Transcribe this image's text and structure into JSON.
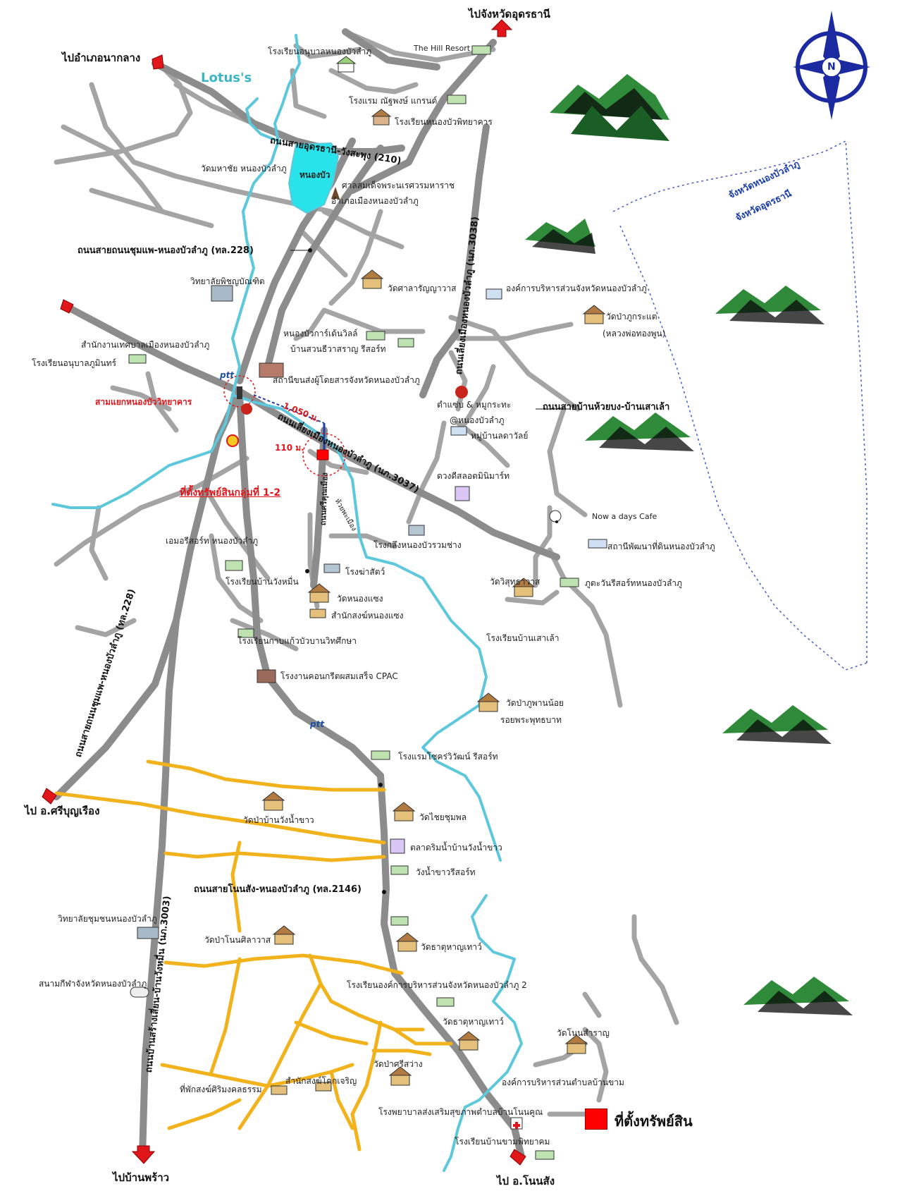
{
  "destinations": {
    "north": "ไปจังหวัดอุดรธานี",
    "northwest": "ไปอำเภอนากลาง",
    "southwest": "ไป อ.ศรีบุญเรือง",
    "south": "ไปบ้านพร้าว",
    "southeast": "ไป อ.โนนสัง"
  },
  "roads": {
    "r210": "ถนนสายอุดรธานี-วังสะพุง (210)",
    "r228": "ถนนสายถนนชุมแพ-หนองบัวลำภู (ทล.228)",
    "r3038": "ถนนเลี่ยงเมืองหนองบัวลำภู (นภ.3038)",
    "r3037": "ถนนเลี่ยงเมืองหนองบัวลำภู (นภ.3037)",
    "r228v": "ถนนสายถนนชุมแพ-หนองบัวลำภู (ทล.228)",
    "r2146": "ถนนสายโนนสัง-หนองบัวลำภู (ทล.2146)",
    "r3003": "ถนนบ้านสร้างเสี่ยน-บ้านวังหมื่น (นภ.3003)",
    "huaibong": "ถนนสายบ้านห้วยบง-บ้านเสาเล้า",
    "sikhunmuang": "ถนนศรีคุณเมือง",
    "huaiphamuang": "ห้วยพะเมือง"
  },
  "labels": {
    "lotus": "Lotus's",
    "nongbua": "หนองบัว",
    "hill_resort": "The Hill Resort",
    "kinder": "โรงเรียนอนุบาลหนองบัวลำภู",
    "hotel": "โรงแรม ณัฐพงษ์ แกรนด์",
    "school_wittayakarn": "โรงเรียนหนองบัวพิทยาคาร",
    "wat_mahachai": "วัดมหาชัย หนองบัวลำภู",
    "shrine1": "ศาลสมเด็จพระนเรศวรมหาราช",
    "shrine2": "อำเภอเมืองหนองบัวลำภู",
    "college_pichayabundit": "วิทยาลัยพิชญบัณฑิต",
    "wat_salarunyawat": "วัดศาลารัญญาวาส",
    "pao": "องค์การบริหารส่วนจังหวัดหนองบัวลำภู",
    "wat_phukradae": "วัดป่าภูกระแต",
    "wat_phukradae2": "(หลวงพ่อทองพูน)",
    "municipal": "สำนักงานเทศบาลเมืองหนองบัวลำภู",
    "school_kinder2": "โรงเรียนอนุบาลภูมินทร์",
    "garden_villa": "หนองบัวการ์เด้นวิลล์",
    "suan_resort": "บ้านสวนธีวาสราญ รีสอร์ท",
    "bus": "สถานีขนส่งผู้โดยสารจังหวัดหนองบัวลำภู",
    "junction": "สามแยกหนองบัววิทยาคาร",
    "dist1050": "1,050 ม.",
    "dist110": "110 ม.",
    "tamsab1": "ตำแซ่บ & หมูกระทะ",
    "tamsab2": "@หนองบัวลำภู",
    "village": "หมู่บ้านลดาวัลย์",
    "minimart": "ดวงดีสลอตมินิมาร์ท",
    "asset_group": "ที่ตั้งทรัพย์สินกลุ่มที่ 1-2",
    "cafe": "Now a days Cafe",
    "land_station": "สถานีพัฒนาที่ดินหนองบัวลำภู",
    "emerald": "เอมอรีสอร์ท หนองบัวลำภู",
    "rice_mill": "โรงกลึงหนองบัวรวมช่าง",
    "school_wangmuen": "โรงเรียนบ้านวังหมื่น",
    "slaughter": "โรงฆ่าสัตว์",
    "wat_nongsaeng": "วัดหนองแซง",
    "monk_nongsaeng": "สำนักสงฆ์หนองแซง",
    "wat_visuttharam": "วัดวิสุทธาวาส",
    "phuta_resort": "ภูตะวันรีสอร์ทหนองบัวลำภู",
    "school_saolao": "โรงเรียนบ้านเสาเล้า",
    "school_kapkaew": "โรงเรียนกาบแก้วบัวบานวิทศึกษา",
    "cpac": "โรงงานคอนกรีตผสมเสร็จ CPAC",
    "wat_phuphannoi": "วัดป่าภูพานน้อย",
    "wat_phuphannoi2": "รอยพระพุทธบาท",
    "chokwiwat": "โรงแรมโชคร่วิวัฒน์ รีสอร์ท",
    "wat_wangnamkhao": "วัดป่าบ้านวังน้ำขาว",
    "wat_chaichumphon": "วัดไชยชุมพล",
    "market": "ตลาดริมน้ำบ้านวังน้ำขาว",
    "wangnam_resort": "วังน้ำขาวรีสอร์ท",
    "community_college": "วิทยาลัยชุมชนหนองบัวลำภู",
    "wat_nonsilawas": "วัดป่าโนนศิลาวาส",
    "wat_thatu1": "วัดธาตุหาญเทาว์",
    "stadium": "สนามกีฬาจังหวัดหนองบัวลำภู",
    "school_pao2": "โรงเรียนองค์การบริหารส่วนจังหวัดหนองบัวลำภู 2",
    "wat_thatu2": "วัดธาตุหาญเทาว์",
    "wat_nonsamran": "วัดโนนสำราญ",
    "wat_sisawang": "วัดป่าศรีสว่าง",
    "tao_banxam": "องค์การบริหารส่วนตำบลบ้านขาม",
    "monk_srimong": "ที่พักสงฆ์ศิริมงคลธรรม",
    "monk_khokcharoen": "สำนักสงฆ์โคกเจริญ",
    "hospital": "โรงพยาบาลส่งเสริมสุขภาพตำบลบ้านโนนคูณ",
    "school_banxam": "โรงเรียนบ้านขามพิทยาคม",
    "province_nb": "จังหวัดหนองบัวลำภู",
    "province_ud": "จังหวัดอุดรธานี",
    "ptt": "ptt",
    "compass_n": "N"
  },
  "legend": {
    "label": "ที่ตั้งทรัพย์สิน",
    "color": "#ff0000"
  },
  "colors": {
    "road": "#a4a4a4",
    "highway": "#8c8c8c",
    "rural_road": "#f2b21c",
    "river": "#5dc8dc",
    "compass": "#1b2aa0",
    "boundary": "#4a5fc1"
  }
}
